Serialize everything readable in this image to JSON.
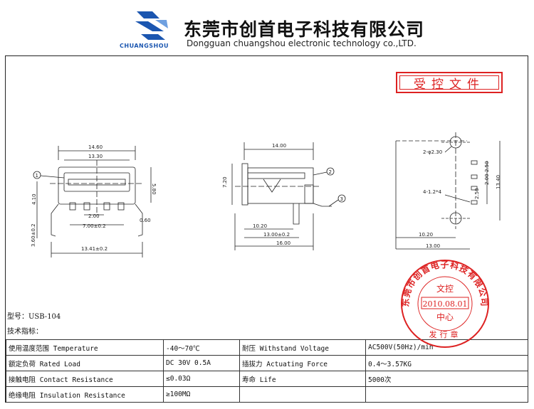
{
  "header": {
    "logo_text": "CHUANGSHOU",
    "company_cn": "东莞市创首电子科技有限公司",
    "company_en": "Dongguan chuangshou electronic technology co.,LTD."
  },
  "stamp_label": "受控文件",
  "front_view": {
    "dims": [
      "14.60",
      "13.30",
      "5.80",
      "4.10",
      "3.60±0.2",
      "2.00",
      "7.00±0.2",
      "0.60",
      "13.41±0.2"
    ],
    "callout": "1"
  },
  "side_view": {
    "dims": [
      "14.00",
      "7.20",
      "10.20",
      "13.00±0.2",
      "16.00"
    ],
    "callouts": [
      "2",
      "3"
    ]
  },
  "footprint_view": {
    "dims": [
      "2-φ2.30",
      "4-1.2*4",
      "2.50",
      "2.00",
      "2.50",
      "13.40",
      "10.20",
      "13.00"
    ]
  },
  "seal": {
    "ring_text": "东莞市创首电子科技有限公司",
    "line1": "文控",
    "date": "2010.08.01",
    "line2": "中心",
    "bottom": "发行章"
  },
  "model_label": "型号：USB-104",
  "spec_title": "技术指标：",
  "spec_rows": [
    [
      "使用温度范围 Temperature",
      "-40～70℃",
      "耐压 Withstand Voltage",
      "AC500V(50Hz)/min"
    ],
    [
      "额定负荷 Rated Load",
      "DC 30V 0.5A",
      "插拔力 Actuating Force",
      "0.4～3.57KG"
    ],
    [
      "接触电阻 Contact Resistance",
      "≤0.03Ω",
      "寿命 Life",
      "5000次"
    ],
    [
      "绝缘电阻 Insulation Resistance",
      "≥100MΩ",
      "",
      ""
    ]
  ],
  "colors": {
    "brand_blue": "#1b56b0",
    "stamp_red": "#d22"
  }
}
